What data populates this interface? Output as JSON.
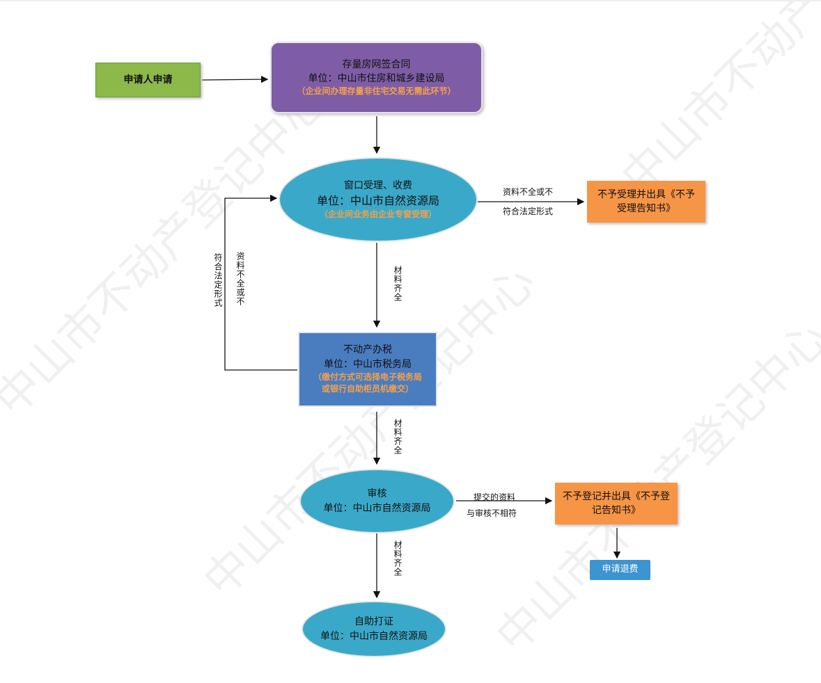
{
  "watermark": "中山市不动产登记中心",
  "nodes": {
    "apply": {
      "text": "申请人申请"
    },
    "contract": {
      "title": "存量房网签合同",
      "unit": "单位：中山市住房和城乡建设局",
      "note": "（企业间办理存量非住宅交易无需此环节）"
    },
    "window": {
      "title": "窗口受理、收费",
      "unit": "单位：中山市自然资源局",
      "note": "（企业间业务由企业专窗受理）"
    },
    "reject": {
      "text": "不予受理并出具《不予受理告知书》"
    },
    "tax": {
      "title": "不动产办税",
      "unit": "单位：中山市税务局",
      "note1": "（缴付方式可选择电子税务局",
      "note2": "或银行自助柜员机缴交）"
    },
    "review": {
      "title": "审核",
      "unit": "单位：中山市自然资源局"
    },
    "noreg": {
      "text": "不予登记并出具《不予登记告知书》"
    },
    "refund": {
      "text": "申请退费"
    },
    "print": {
      "title": "自助打证",
      "unit": "单位：中山市自然资源局"
    }
  },
  "edges": {
    "incomplete_a": "资料不全或不",
    "incomplete_b": "符合法定形式",
    "loop_a": "资料不全或不",
    "loop_b": "符合法定形式",
    "complete1": "材料齐全",
    "complete2": "材料齐全",
    "complete3": "材料齐全",
    "mismatch_a": "提交的资料",
    "mismatch_b": "与审核不相符"
  },
  "colors": {
    "green": "#8db84a",
    "purple": "#7e5da6",
    "teal": "#3aa9c9",
    "orange": "#f79546",
    "blue": "#4a7cc0",
    "note": "#f5a04a"
  }
}
